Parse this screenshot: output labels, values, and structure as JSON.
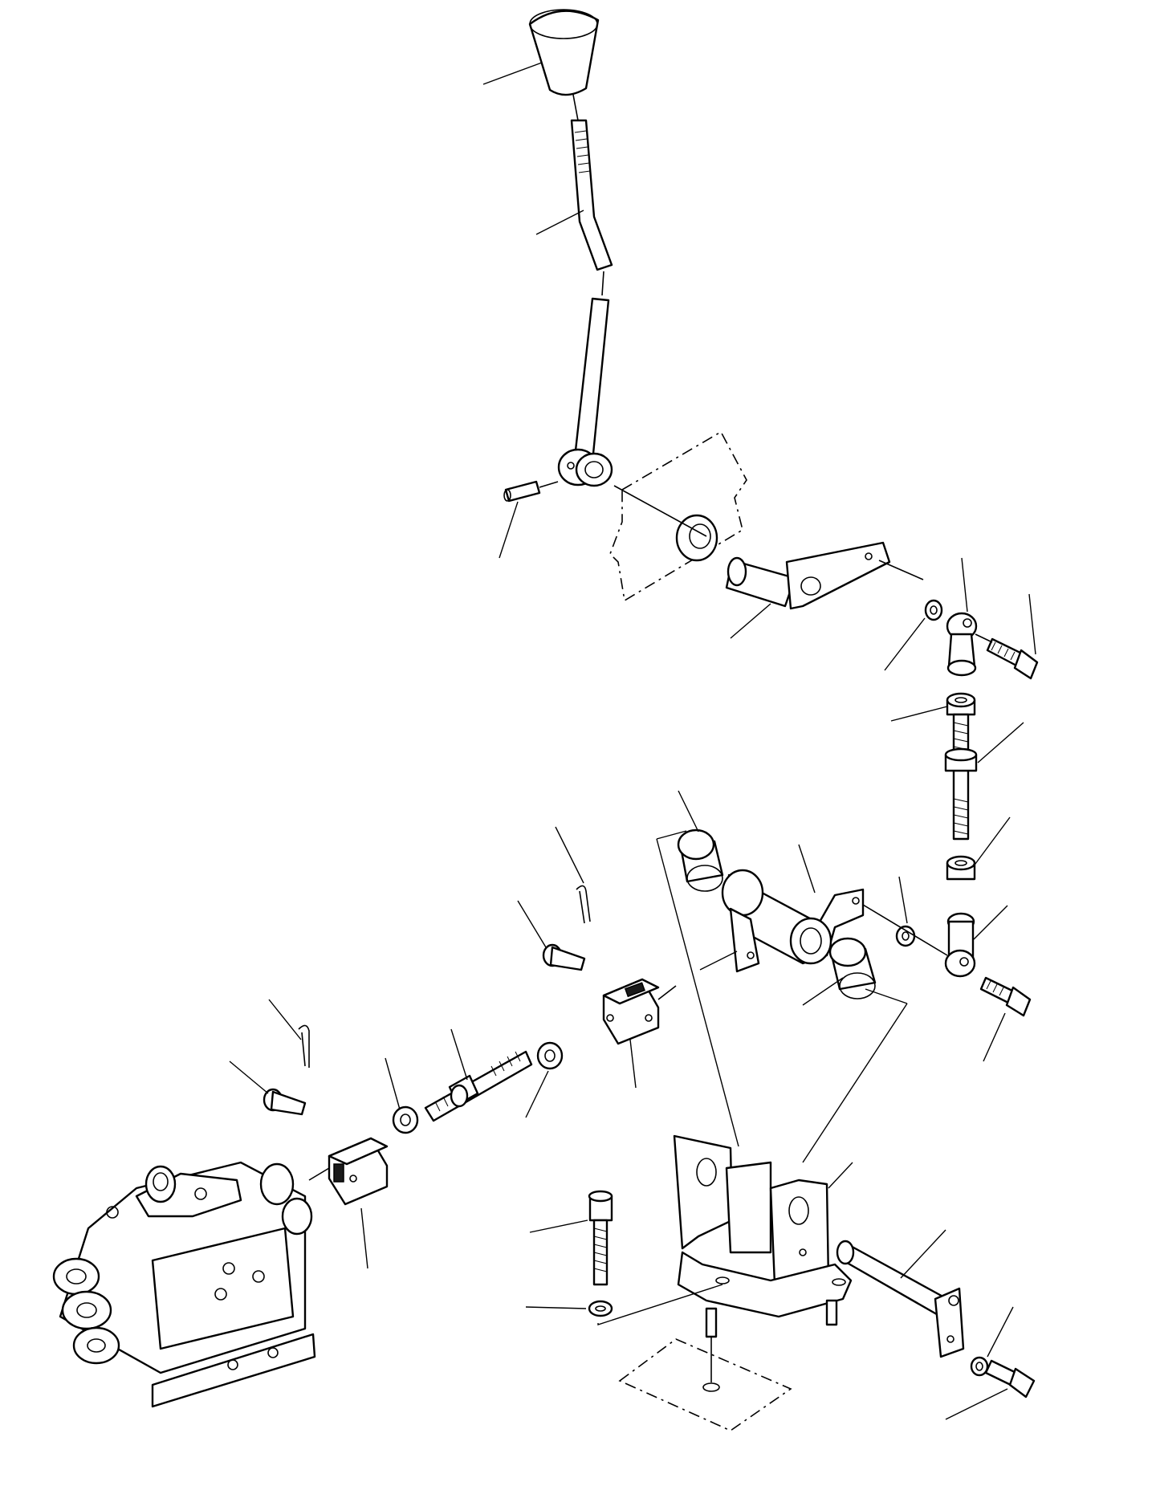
{
  "colors": {
    "line": "#000000",
    "background": "#ffffff"
  },
  "parts": [
    "knob",
    "lever",
    "spring-pin",
    "lever-bracket",
    "pivot-shaft",
    "washer",
    "ball-joint",
    "bolt",
    "lock-nut",
    "adjusting-rod",
    "bushing",
    "bellcrank",
    "clevis",
    "clevis-pin",
    "cotter-pin",
    "control-valve",
    "support-stand",
    "stand-pin"
  ]
}
